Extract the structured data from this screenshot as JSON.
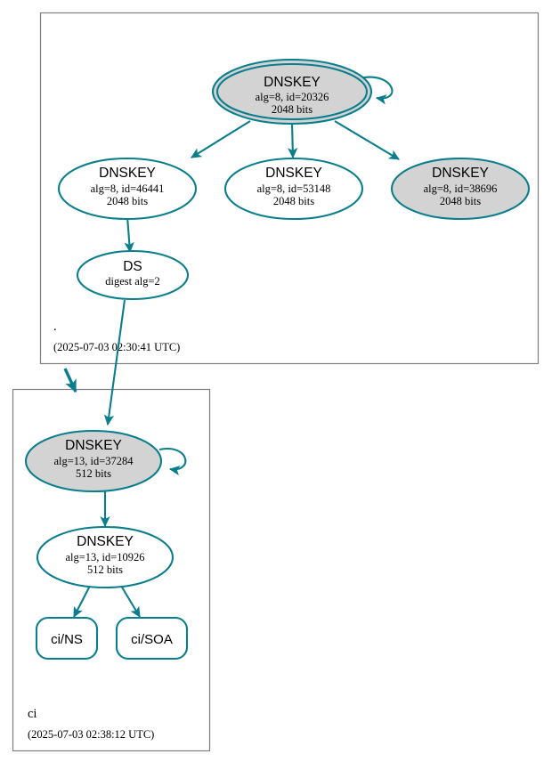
{
  "diagram": {
    "kind": "dnssec-authentication-chain",
    "colors": {
      "accent": "#0a7e8c",
      "secure_fill": "#d3d3d3",
      "plain_fill": "#ffffff",
      "box_stroke": "#808080",
      "background": "#ffffff",
      "text": "#000000"
    }
  },
  "zones": [
    {
      "id": "root",
      "label": ".",
      "timestamp": "(2025-07-03 02:30:41 UTC)",
      "nodes": [
        {
          "id": "root-ksk-20326",
          "type": "DNSKEY",
          "title": "DNSKEY",
          "line2": "alg=8, id=20326",
          "line3": "2048 bits",
          "fill": "secure",
          "double_border": true,
          "self_loop": true
        },
        {
          "id": "root-zsk-46441",
          "type": "DNSKEY",
          "title": "DNSKEY",
          "line2": "alg=8, id=46441",
          "line3": "2048 bits",
          "fill": "plain",
          "double_border": false,
          "self_loop": false
        },
        {
          "id": "root-zsk-53148",
          "type": "DNSKEY",
          "title": "DNSKEY",
          "line2": "alg=8, id=53148",
          "line3": "2048 bits",
          "fill": "plain",
          "double_border": false,
          "self_loop": false
        },
        {
          "id": "root-zsk-38696",
          "type": "DNSKEY",
          "title": "DNSKEY",
          "line2": "alg=8, id=38696",
          "line3": "2048 bits",
          "fill": "secure",
          "double_border": false,
          "self_loop": false
        },
        {
          "id": "root-ds",
          "type": "DS",
          "title": "DS",
          "line2": "digest alg=2",
          "line3": "",
          "fill": "plain",
          "double_border": false,
          "self_loop": false
        }
      ]
    },
    {
      "id": "ci",
      "label": "ci",
      "timestamp": "(2025-07-03 02:38:12 UTC)",
      "nodes": [
        {
          "id": "ci-ksk-37284",
          "type": "DNSKEY",
          "title": "DNSKEY",
          "line2": "alg=13, id=37284",
          "line3": "512 bits",
          "fill": "secure",
          "double_border": false,
          "self_loop": true
        },
        {
          "id": "ci-zsk-10926",
          "type": "DNSKEY",
          "title": "DNSKEY",
          "line2": "alg=13, id=10926",
          "line3": "512 bits",
          "fill": "plain",
          "double_border": false,
          "self_loop": false
        },
        {
          "id": "ci-ns",
          "type": "RRSET",
          "title": "ci/NS",
          "line2": "",
          "line3": "",
          "fill": "plain",
          "double_border": false,
          "self_loop": false
        },
        {
          "id": "ci-soa",
          "type": "RRSET",
          "title": "ci/SOA",
          "line2": "",
          "line3": "",
          "fill": "plain",
          "double_border": false,
          "self_loop": false
        }
      ]
    }
  ],
  "edges": [
    {
      "from": "root-ksk-20326",
      "to": "root-ksk-20326",
      "style": "self-loop"
    },
    {
      "from": "root-ksk-20326",
      "to": "root-zsk-46441",
      "style": "solid"
    },
    {
      "from": "root-ksk-20326",
      "to": "root-zsk-53148",
      "style": "solid"
    },
    {
      "from": "root-ksk-20326",
      "to": "root-zsk-38696",
      "style": "solid"
    },
    {
      "from": "root-zsk-46441",
      "to": "root-ds",
      "style": "solid"
    },
    {
      "from": "root-ds",
      "to": "ci-ksk-37284",
      "style": "solid"
    },
    {
      "from": "root",
      "to": "ci",
      "style": "delegation"
    },
    {
      "from": "ci-ksk-37284",
      "to": "ci-ksk-37284",
      "style": "self-loop"
    },
    {
      "from": "ci-ksk-37284",
      "to": "ci-zsk-10926",
      "style": "solid"
    },
    {
      "from": "ci-zsk-10926",
      "to": "ci-ns",
      "style": "solid"
    },
    {
      "from": "ci-zsk-10926",
      "to": "ci-soa",
      "style": "solid"
    }
  ]
}
